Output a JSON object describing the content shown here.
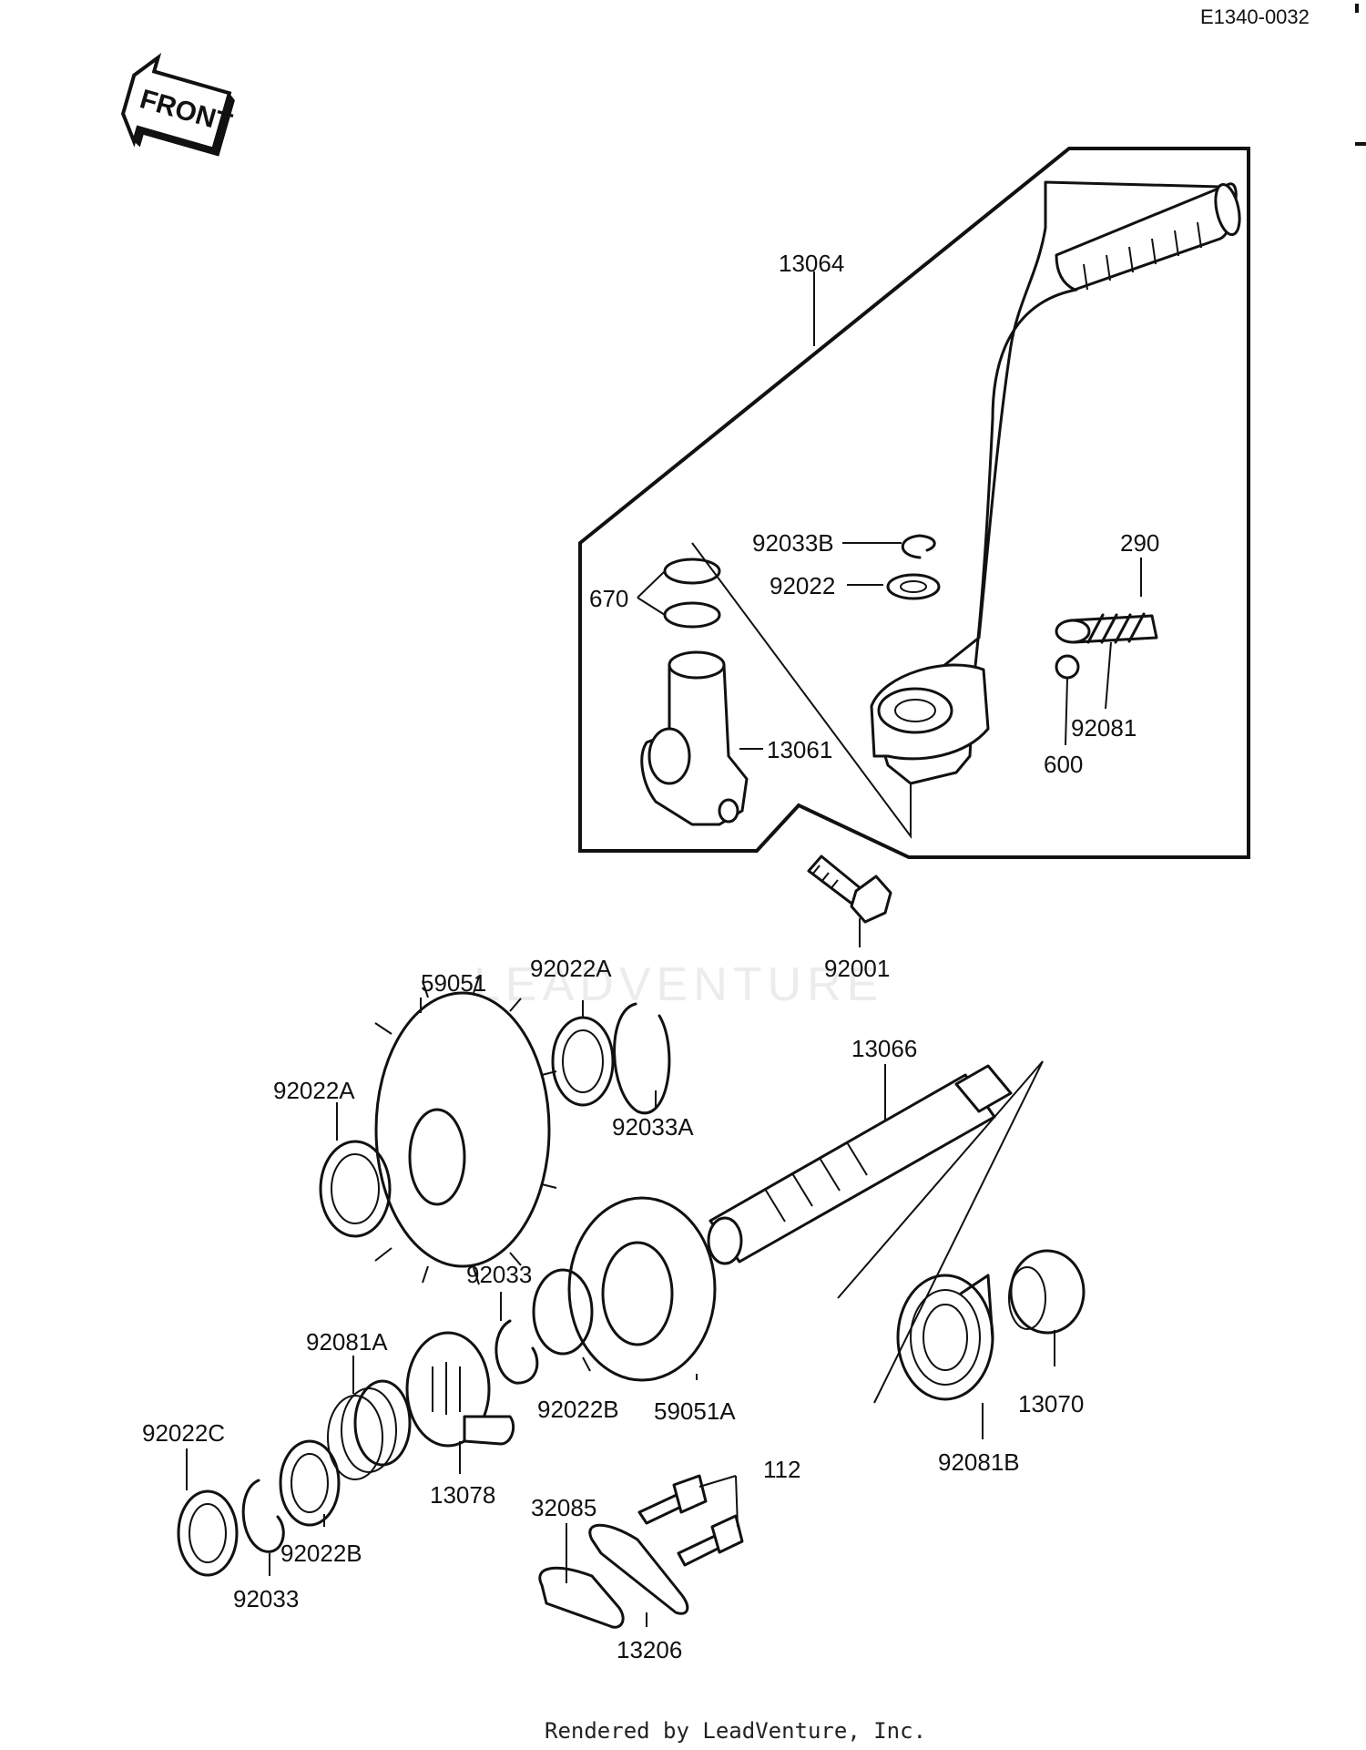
{
  "diagram_code": "E1340-0032",
  "direction_label": "FRONT",
  "watermark": "LEADVENTURE",
  "footer": "Rendered by LeadVenture, Inc.",
  "callouts": {
    "c13064": "13064",
    "c92033B": "92033B",
    "c92022": "92022",
    "c290": "290",
    "c670": "670",
    "c13061": "13061",
    "c92081": "92081",
    "c600": "600",
    "c92001": "92001",
    "c92022A_top": "92022A",
    "c59051": "59051",
    "c92022A_left": "92022A",
    "c92033A": "92033A",
    "c13066": "13066",
    "c92033_mid": "92033",
    "c92081A": "92081A",
    "c92022B_mid": "92022B",
    "c59051A": "59051A",
    "c13070": "13070",
    "c92022C": "92022C",
    "c112": "112",
    "c32085": "32085",
    "c13078": "13078",
    "c92081B": "92081B",
    "c92022B_low": "92022B",
    "c92033_low": "92033",
    "c13206": "13206"
  }
}
